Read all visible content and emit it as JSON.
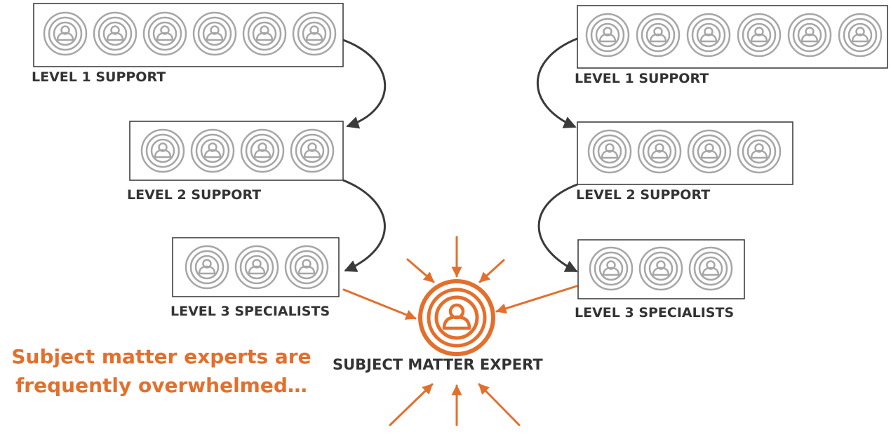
{
  "colors": {
    "box_border": "#333333",
    "person_icon": "#a6a6a6",
    "flow_arrow": "#3a3a3a",
    "accent": "#e36f2c",
    "label_text": "#333333"
  },
  "left_chain": {
    "tiers": [
      {
        "label": "LEVEL 1 SUPPORT",
        "people": 6
      },
      {
        "label": "LEVEL 2 SUPPORT",
        "people": 4
      },
      {
        "label": "LEVEL 3 SPECIALISTS",
        "people": 3
      }
    ]
  },
  "right_chain": {
    "tiers": [
      {
        "label": "LEVEL 1 SUPPORT",
        "people": 6
      },
      {
        "label": "LEVEL 2 SUPPORT",
        "people": 4
      },
      {
        "label": "LEVEL 3 SPECIALISTS",
        "people": 3
      }
    ]
  },
  "expert": {
    "label": "SUBJECT MATTER EXPERT",
    "icon": "person-target-icon"
  },
  "caption": {
    "line1": "Subject matter experts are",
    "line2": "frequently overwhelmed…"
  }
}
